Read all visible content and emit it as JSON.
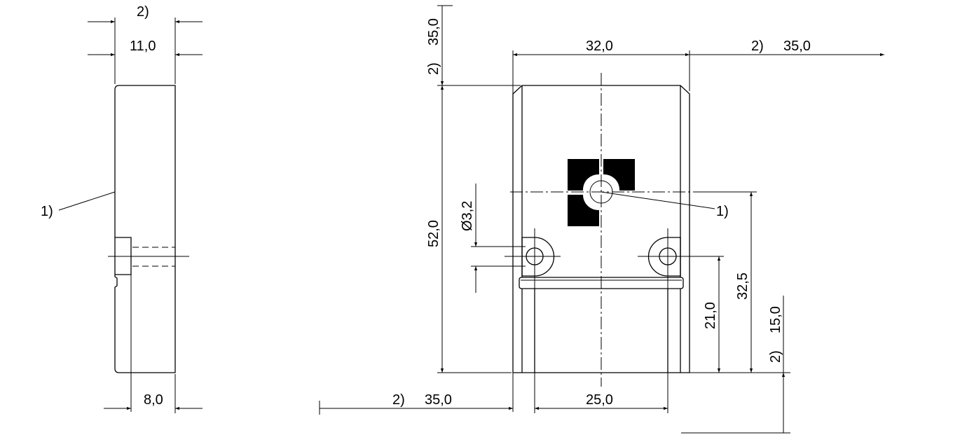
{
  "side_view": {
    "top_note": "2)",
    "width_dim": "11,0",
    "ref_note": "1)",
    "bottom_dim": "8,0"
  },
  "front_view": {
    "left_vert_note": "35,0",
    "left_vert_note_prefix": "2)",
    "width_dim": "32,0",
    "right_note_prefix": "2)",
    "right_note": "35,0",
    "hole_diameter": "Ø3,2",
    "height_dim": "52,0",
    "ref_note": "1)",
    "hole_height_dim": "21,0",
    "center_height_dim": "32,5",
    "right_vert_note_prefix": "2)",
    "right_vert_note": "15,0",
    "bottom_left_note_prefix": "2)",
    "bottom_left_note": "35,0",
    "hole_spacing_dim": "25,0"
  }
}
